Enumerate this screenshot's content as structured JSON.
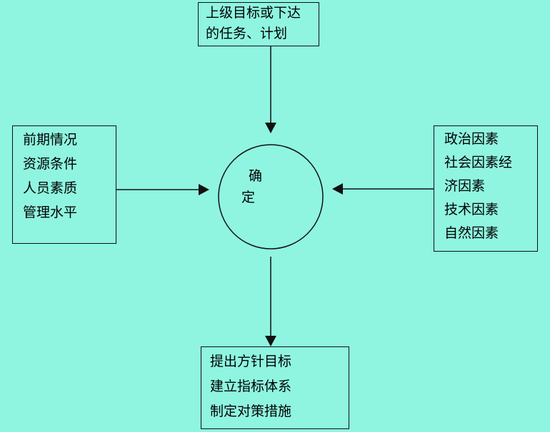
{
  "top_box": {
    "lines": [
      "上级目标或下达",
      "的任务、计划"
    ]
  },
  "left_box": {
    "lines": [
      "前期情况",
      "资源条件",
      "人员素质",
      "管理水平"
    ]
  },
  "right_box": {
    "lines": [
      "政治因素",
      "社会因素经",
      "济因素",
      "技术因素",
      "自然因素"
    ]
  },
  "center": {
    "line1": "确",
    "line2": "定"
  },
  "bottom_box": {
    "lines": [
      "提出方针目标",
      "建立指标体系",
      "制定对策措施"
    ]
  },
  "colors": {
    "background": "#8ff5e0",
    "stroke": "#111111",
    "text": "#000000"
  }
}
